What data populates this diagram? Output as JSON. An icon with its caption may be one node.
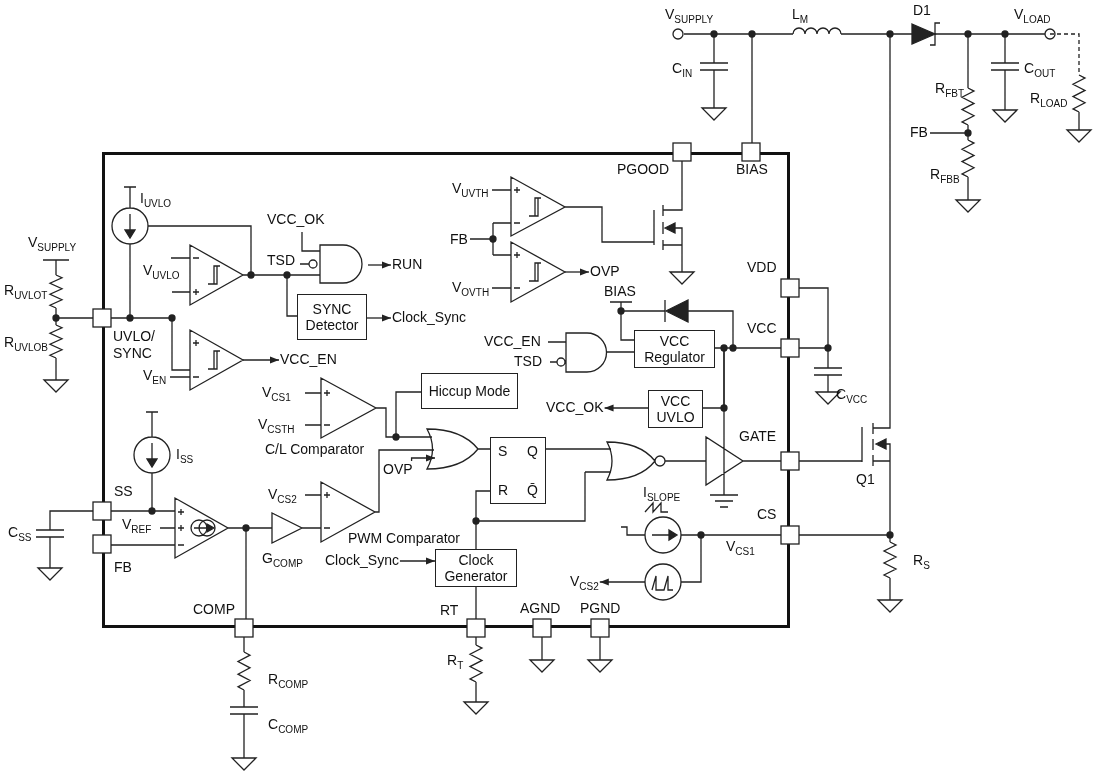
{
  "diagram": {
    "nodes": [
      {
        "text": [],
        "shape": "box"
      },
      {
        "text": [
          "RUN"
        ],
        "in": 0
      },
      {
        "text": [
          "SYNC Detector"
        ],
        "in": 0
      },
      {
        "text": [
          "Clock_Sync"
        ],
        "in": 0
      },
      {
        "text": [
          "OVP"
        ],
        "in": 0
      },
      {
        "text": [
          "VCC_EN"
        ],
        "in": 0
      },
      {
        "text": [
          "VCC Regulator"
        ],
        "in": 0
      },
      {
        "text": [
          "Hiccup Mode"
        ],
        "in": 0
      },
      {
        "text": [
          "VCC_OK"
        ],
        "in": 0
      },
      {
        "text": [
          "VCC UVLO"
        ],
        "in": 0
      },
      {
        "text": [
          "S",
          "Q",
          "R",
          "Q̄"
        ],
        "in": 0
      },
      {
        "text": [
          "OVP"
        ],
        "in": 0
      },
      {
        "text": [
          "Clock_Sync"
        ],
        "in": 0
      },
      {
        "text": [
          "Clock Generator"
        ],
        "in": 0
      },
      {
        "text": [
          "V$_{CS2}$"
        ],
        "in": 0
      }
    ],
    "edges": [
      {
        "from": null,
        "to": 1,
        "arrow": "to"
      },
      {
        "from": 2,
        "to": 3,
        "arrow": "to"
      },
      {
        "from": null,
        "to": 4,
        "arrow": "to"
      },
      {
        "from": null,
        "to": 5,
        "arrow": "to"
      },
      {
        "from": 9,
        "to": 8,
        "arrow": "to"
      },
      {
        "from": 11,
        "to": null,
        "arrow": "to"
      },
      {
        "from": 12,
        "to": 13,
        "arrow": "to"
      },
      {
        "from": 13,
        "to": 10,
        "arrow": "none"
      },
      {
        "from": null,
        "to": 14,
        "arrow": "to"
      },
      {
        "from": 6,
        "to": 9,
        "arrow": "none"
      }
    ],
    "labels": [
      "V$_{SUPPLY}$",
      "L$_{M}$",
      "D1",
      "V$_{LOAD}$",
      "C$_{IN}$",
      "C$_{OUT}$",
      "R$_{FBT}$",
      "FB",
      "R$_{LOAD}$",
      "R$_{FBB}$",
      "PGOOD",
      "BIAS",
      "I$_{UVLO}$",
      "VCC_OK",
      "V$_{UVTH}$",
      "FB",
      "V$_{SUPPLY}$",
      "TSD",
      "V$_{UVLO}$",
      "VDD",
      "V$_{OVTH}$",
      "R$_{UVLOT}$",
      "BIAS",
      "VCC_EN",
      "UVLO/ SYNC",
      "TSD",
      "VCC",
      "R$_{UVLOB}$",
      "V$_{EN}$",
      "C$_{VCC}$",
      "V$_{CS1}$",
      "V$_{CSTH}$",
      "GATE",
      "C/L Comparator",
      "I$_{SS}$",
      "Q1",
      "I$_{SLOPE}$",
      "SS",
      "V$_{REF}$",
      "CS",
      "V$_{CS2}$",
      "V$_{CS1}$",
      "C$_{SS}$",
      "FB",
      "G$_{COMP}$",
      "PWM Comparator",
      "R$_{S}$",
      "COMP",
      "RT",
      "AGND",
      "PGND",
      "R$_{T}$",
      "R$_{COMP}$",
      "C$_{COMP}$"
    ]
  }
}
